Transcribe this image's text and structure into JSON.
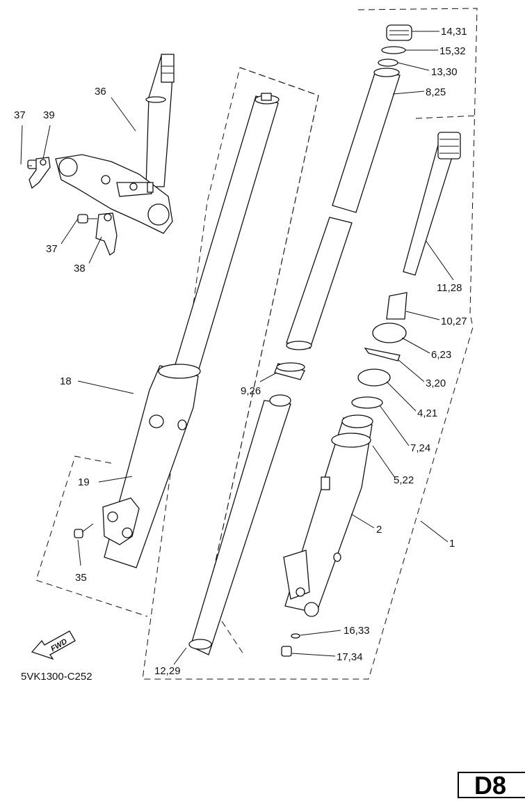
{
  "labels": {
    "l_14_31": "14,31",
    "l_15_32": "15,32",
    "l_13_30": "13,30",
    "l_8_25": "8,25",
    "l_11_28": "11,28",
    "l_10_27": "10,27",
    "l_6_23": "6,23",
    "l_3_20": "3,20",
    "l_4_21": "4,21",
    "l_7_24": "7,24",
    "l_5_22": "5,22",
    "l_2": "2",
    "l_1": "1",
    "l_16_33": "16,33",
    "l_17_34": "17,34",
    "l_12_29": "12,29",
    "l_9_26": "9,26",
    "l_36": "36",
    "l_37a": "37",
    "l_39": "39",
    "l_37b": "37",
    "l_38": "38",
    "l_18": "18",
    "l_19": "19",
    "l_35": "35"
  },
  "fwd_label": "FWD",
  "diagram_code": "5VK1300-C252",
  "page_tag": "D8"
}
